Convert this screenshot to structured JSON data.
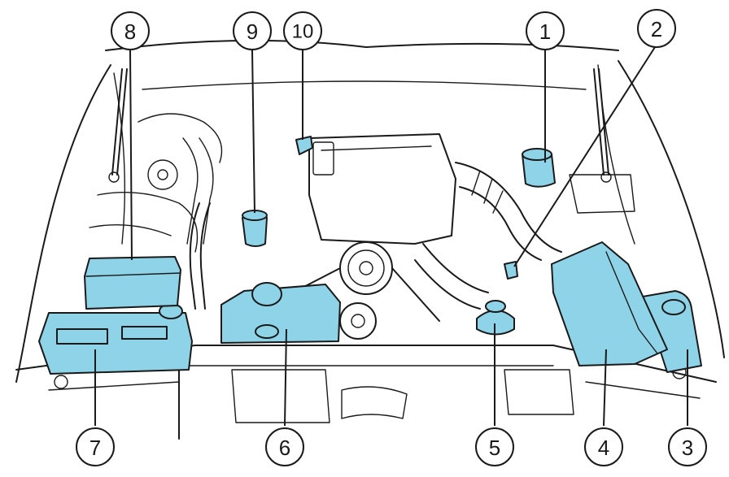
{
  "colors": {
    "highlight": "#8fd3e8",
    "line": "#1a1a1a",
    "background": "#ffffff"
  },
  "callouts": [
    {
      "id": "1",
      "label": "1"
    },
    {
      "id": "2",
      "label": "2"
    },
    {
      "id": "3",
      "label": "3"
    },
    {
      "id": "4",
      "label": "4"
    },
    {
      "id": "5",
      "label": "5"
    },
    {
      "id": "6",
      "label": "6"
    },
    {
      "id": "7",
      "label": "7"
    },
    {
      "id": "8",
      "label": "8"
    },
    {
      "id": "9",
      "label": "9"
    },
    {
      "id": "10",
      "label": "10"
    }
  ]
}
